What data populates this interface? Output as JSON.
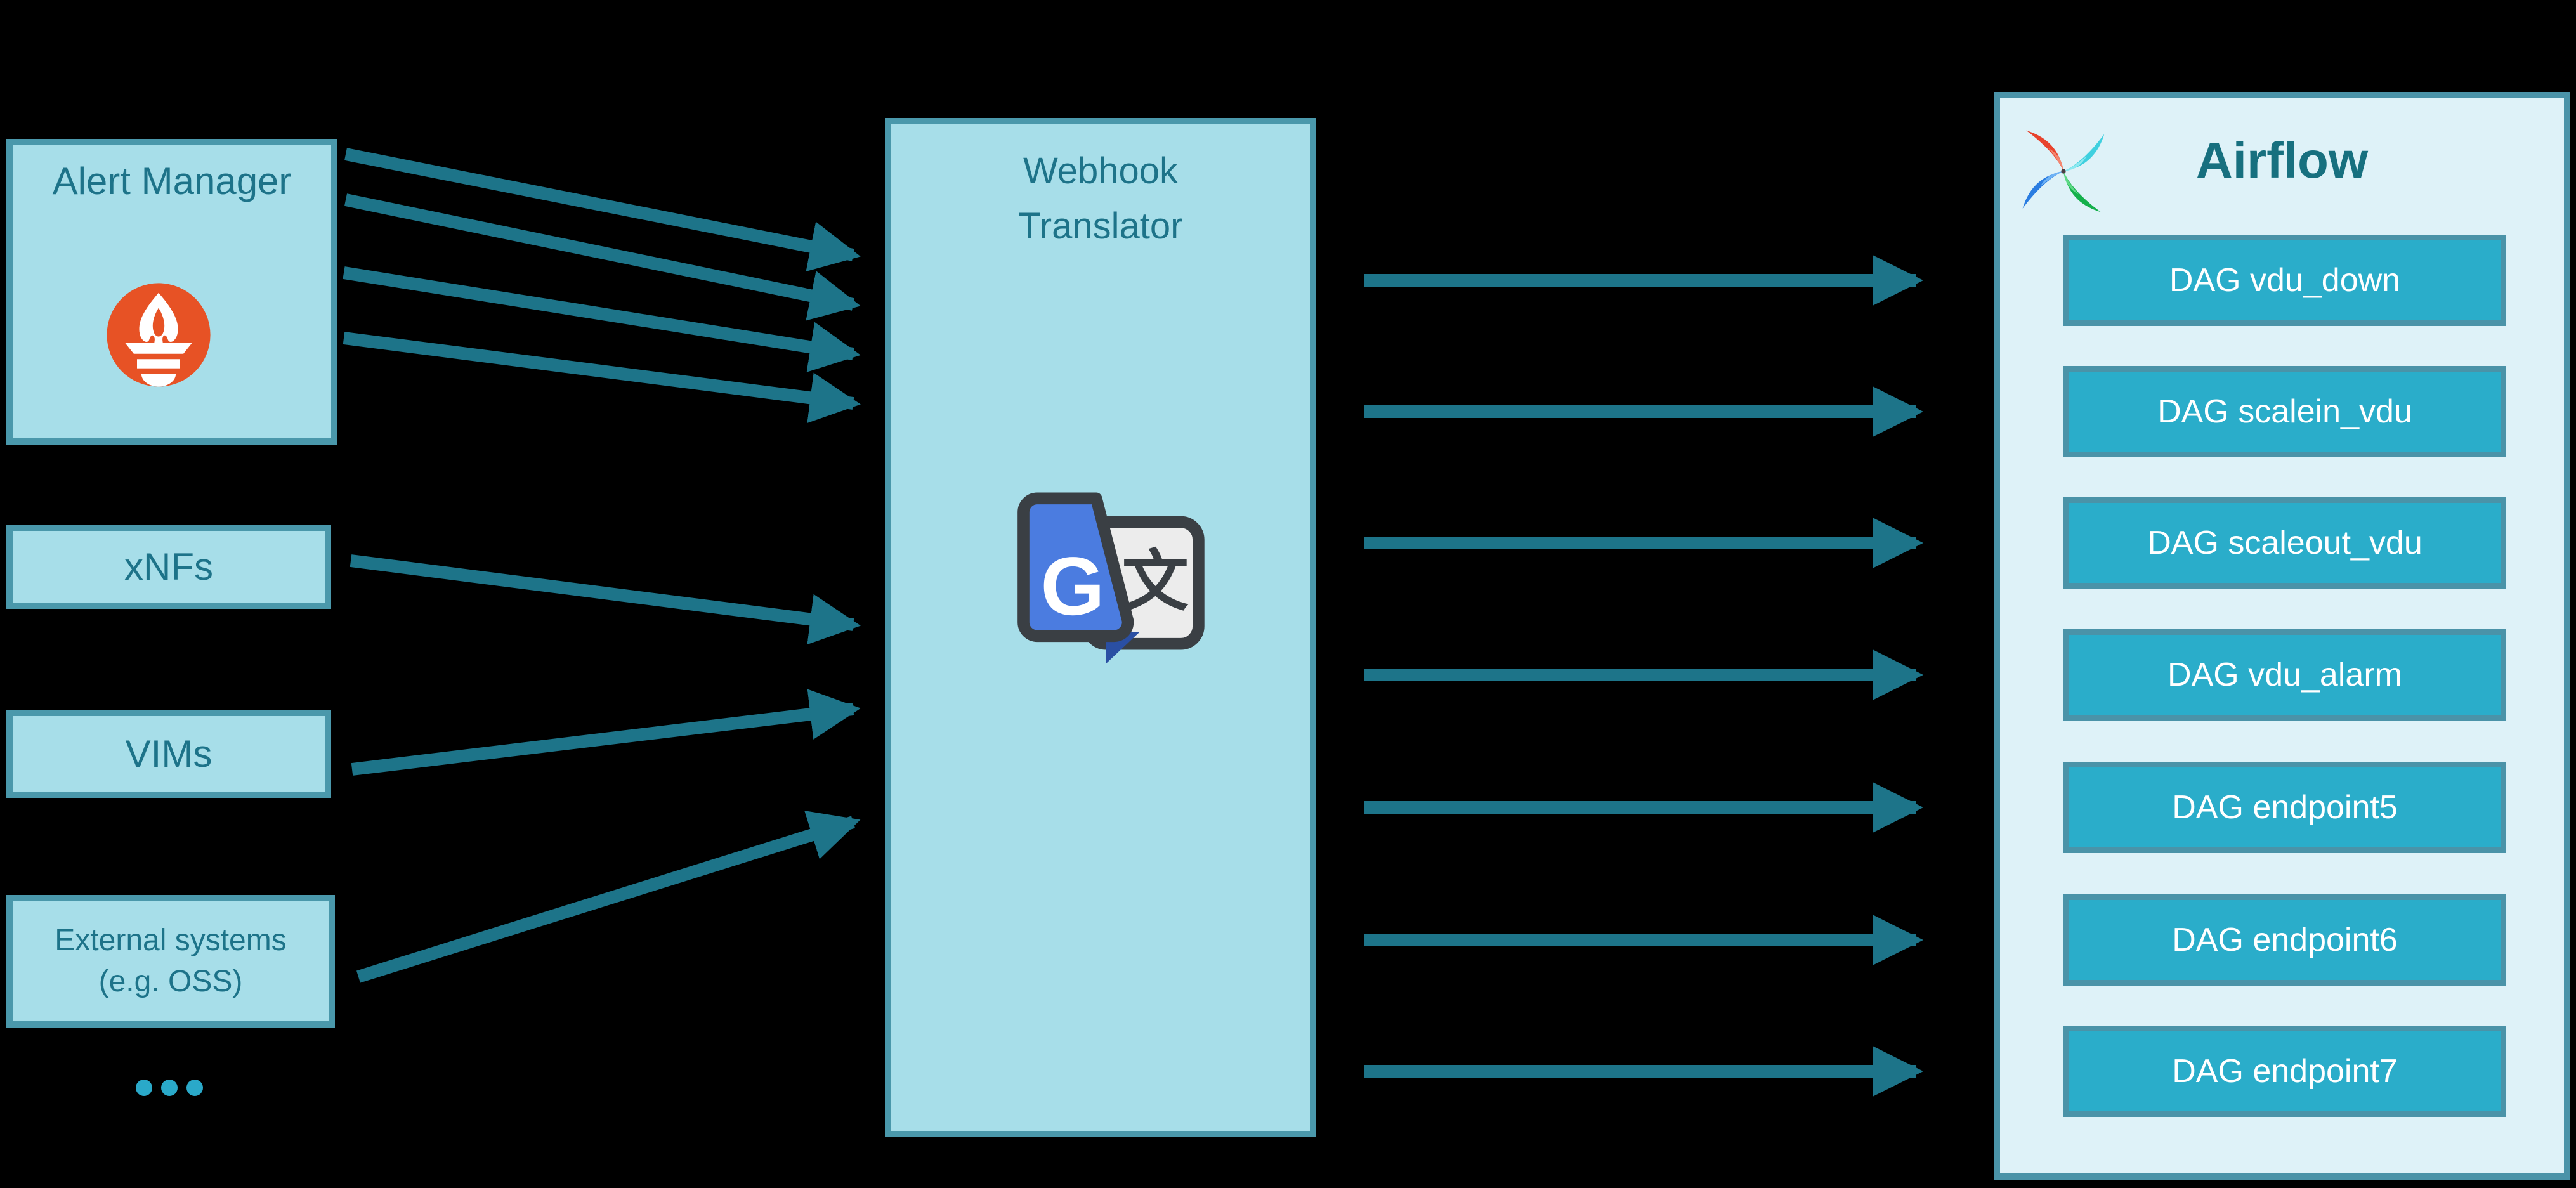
{
  "colors": {
    "background": "#000000",
    "source_box_fill": "#a7dee9",
    "source_box_border": "#4a98ab",
    "source_box_text": "#1d7389",
    "airflow_box_fill": "#def2f8",
    "airflow_box_border": "#4a93a8",
    "airflow_title_text": "#17707f",
    "dag_box_fill": "#2aadca",
    "dag_box_border": "#4a93a8",
    "dag_box_text": "#ffffff",
    "arrow": "#1d7489",
    "prometheus_orange": "#e75225",
    "dots": "#2aa9c9"
  },
  "sources": {
    "alert_manager": {
      "label": "Alert Manager",
      "icon": "prometheus-icon"
    },
    "xnfs": {
      "label": "xNFs"
    },
    "vims": {
      "label": "VIMs"
    },
    "external": {
      "label_line1": "External systems",
      "label_line2": "(e.g. OSS)"
    },
    "ellipsis": "..."
  },
  "translator": {
    "title_line1": "Webhook",
    "title_line2": "Translator",
    "icon": "google-translate-icon",
    "g_glyph": "G",
    "zh_glyph": "文"
  },
  "airflow": {
    "title": "Airflow",
    "icon": "airflow-pinwheel-icon",
    "dags": [
      {
        "label": "DAG vdu_down"
      },
      {
        "label": "DAG scalein_vdu"
      },
      {
        "label": "DAG scaleout_vdu"
      },
      {
        "label": "DAG vdu_alarm"
      },
      {
        "label": "DAG endpoint5"
      },
      {
        "label": "DAG endpoint6"
      },
      {
        "label": "DAG endpoint7"
      }
    ]
  }
}
